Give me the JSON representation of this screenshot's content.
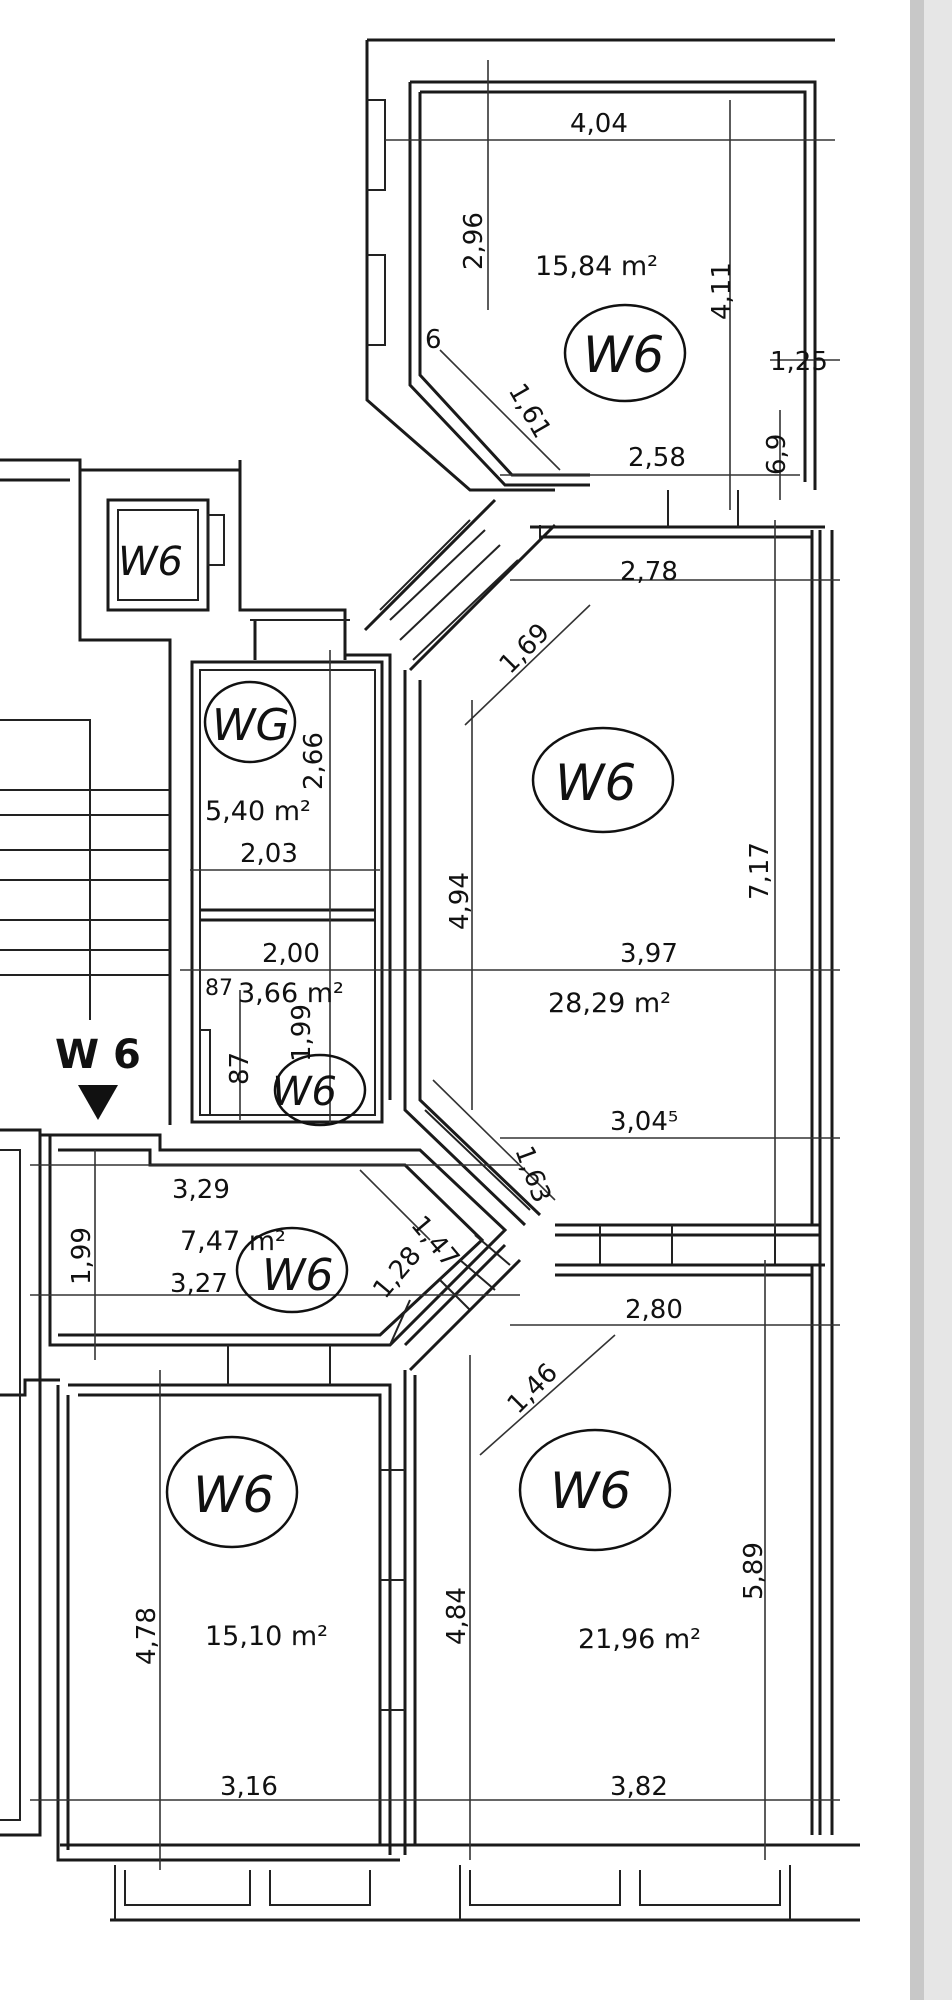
{
  "unit_label": "W6",
  "unit_pointer_label": "W 6",
  "rooms": [
    {
      "id": "room-top",
      "area": "15,84 m²",
      "stamp": "W6",
      "dims": [
        "4,04",
        "2,96",
        "4,11",
        "6",
        "1,61",
        "1,25",
        "2,58",
        "6,9"
      ]
    },
    {
      "id": "room-shaft",
      "area": "",
      "stamp": "W6",
      "dims": []
    },
    {
      "id": "room-bath",
      "area": "5,40 m²",
      "stamp": "WG",
      "dims": [
        "2,66",
        "2,03"
      ]
    },
    {
      "id": "room-living",
      "area": "28,29 m²",
      "stamp": "W6",
      "dims": [
        "2,78",
        "1,69",
        "4,94",
        "7,17",
        "3,97",
        "3,04⁵",
        "1,63"
      ]
    },
    {
      "id": "room-wc",
      "area": "3,66 m²",
      "stamp": "W6",
      "dims": [
        "2,00",
        "87",
        "1,99",
        "87"
      ]
    },
    {
      "id": "room-hall",
      "area": "7,47 m²",
      "stamp": "W6",
      "dims": [
        "3,29",
        "1,99",
        "3,27",
        "1,47",
        "1,28"
      ]
    },
    {
      "id": "room-left",
      "area": "15,10 m²",
      "stamp": "W6",
      "dims": [
        "4,78",
        "3,16"
      ]
    },
    {
      "id": "room-right",
      "area": "21,96 m²",
      "stamp": "W6",
      "dims": [
        "2,80",
        "1,46",
        "4,84",
        "5,89",
        "3,82"
      ]
    }
  ]
}
